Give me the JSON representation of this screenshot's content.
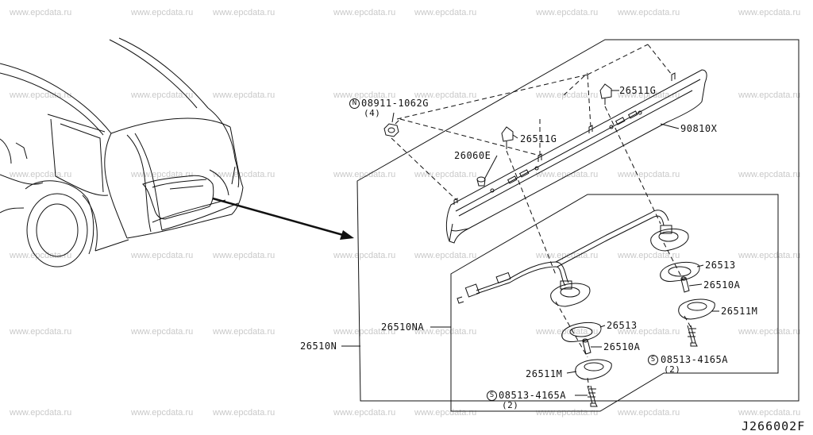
{
  "watermark": "www.epcdata.ru",
  "diagram_code": "J266002F",
  "parts": {
    "p08911": {
      "prefix": "N",
      "number": "08911-1062G",
      "qty": "(4)"
    },
    "p26511g_top": {
      "number": "26511G"
    },
    "p26511g_mid": {
      "number": "26511G"
    },
    "p26060e": {
      "number": "26060E"
    },
    "p90810x": {
      "number": "90810X"
    },
    "p26513_r": {
      "number": "26513"
    },
    "p26510a_r": {
      "number": "26510A"
    },
    "p26511m_r": {
      "number": "26511M"
    },
    "p08513_r": {
      "prefix": "S",
      "number": "08513-4165A",
      "qty": "(2)"
    },
    "p26510na": {
      "number": "26510NA"
    },
    "p26510n": {
      "number": "26510N"
    },
    "p26513_l": {
      "number": "26513"
    },
    "p26510a_l": {
      "number": "26510A"
    },
    "p26511m_l": {
      "number": "26511M"
    },
    "p08513_l": {
      "prefix": "S",
      "number": "08513-4165A",
      "qty": "(2)"
    }
  }
}
